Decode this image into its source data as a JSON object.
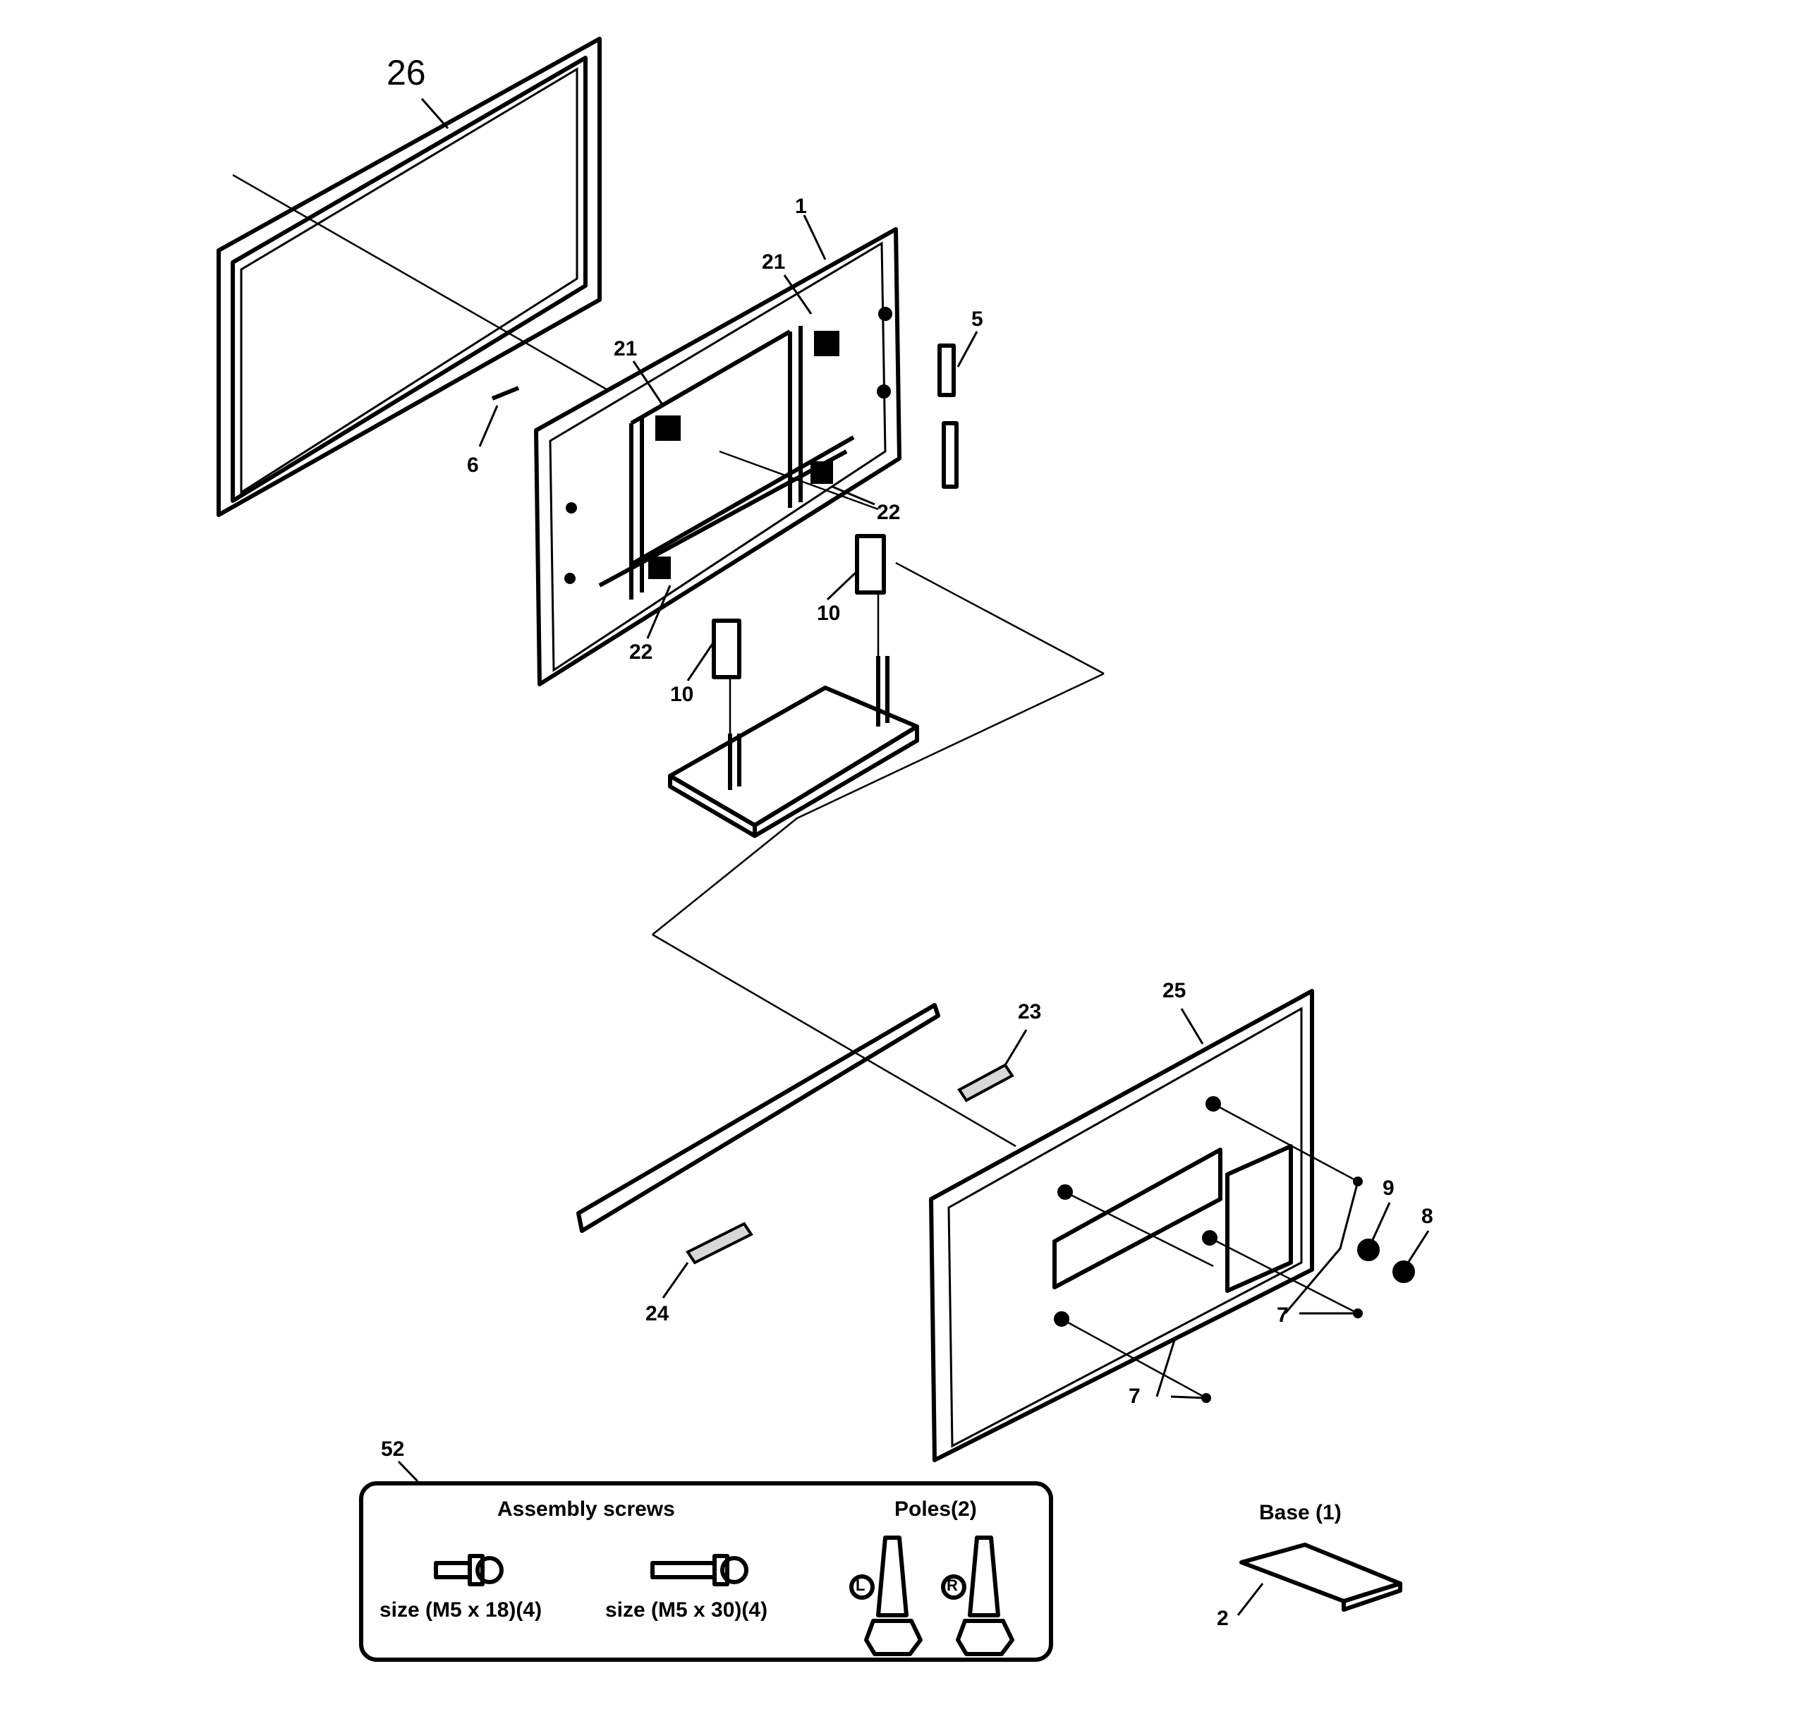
{
  "callouts": {
    "c26": "26",
    "c1": "1",
    "c21a": "21",
    "c21b": "21",
    "c5": "5",
    "c6": "6",
    "c22a": "22",
    "c22b": "22",
    "c10a": "10",
    "c10b": "10",
    "c25": "25",
    "c23": "23",
    "c24": "24",
    "c9": "9",
    "c8": "8",
    "c7a": "7",
    "c7b": "7",
    "c52": "52",
    "c2": "2"
  },
  "accessory_box": {
    "title": "Assembly screws",
    "screw_short_caption": "size (M5 x 18)(4)",
    "screw_long_caption": "size (M5 x 30)(4)",
    "poles_title": "Poles(2)",
    "pole_left_mark": "L",
    "pole_right_mark": "R"
  },
  "base": {
    "title": "Base (1)"
  },
  "colors": {
    "ink": "#000000",
    "background": "#ffffff",
    "shade": "#d8d8d8"
  }
}
